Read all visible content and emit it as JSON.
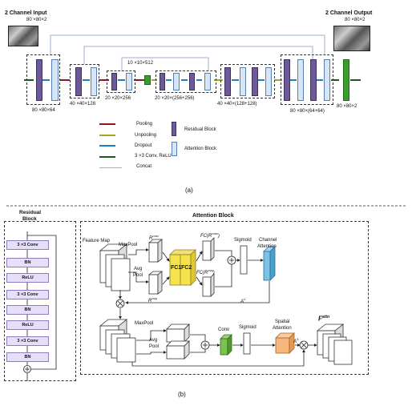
{
  "fig_a": {
    "input_title": "2 Channel Input",
    "input_dim": "80 ×80×2",
    "output_title": "2 Channel Output",
    "output_dim": "80 ×80×2",
    "bottleneck_dim": "10 ×10×512",
    "dims": [
      "80 ×80×64",
      "40 ×40×128",
      "20 ×20×256",
      "20 ×20×(256+256)",
      "40 ×40×(128+128)",
      "80 ×80×(64+64)",
      "80 ×80×2"
    ],
    "legend": {
      "pooling": "Pooling",
      "unpooling": "Unpooling",
      "dropout": "Dropout",
      "conv": "3 ×3 Conv, ReLU",
      "concat": "Concat",
      "residual": "Residual Block",
      "attention": "Attention Block"
    },
    "caption": "(a)",
    "colors": {
      "pooling": "#8b1a1a",
      "unpooling": "#a8a81c",
      "dropout": "#1f7fbf",
      "conv": "#1c5a1c",
      "concat": "#9ab0d0",
      "residual": "#6e5a9a",
      "attention": "#d6e6f7"
    }
  },
  "fig_b": {
    "residual_title": "Residual",
    "residual_title2": "Block",
    "residual_layers": [
      "3 ×3 Conv",
      "BN",
      "ReLU",
      "3 ×3 Conv",
      "BN",
      "ReLU",
      "3 ×3 Conv",
      "BN"
    ],
    "attention_title": "Attention Block",
    "feature_map": "Feature Map",
    "maxpool": "MaxPool",
    "avg": "Avg",
    "pool": "Pool",
    "fc1": "FC1",
    "fc2": "FC2",
    "rmax": "R",
    "rmax_sup": "max",
    "ravg": "R",
    "ravg_sup": "avg",
    "fc_rmax": "FC(R",
    "fc_rmax_sup": "max",
    "fc_ravg": "FC(R",
    "fc_ravg_sup": "avg",
    "sigmoid": "Sigmoid",
    "channel": "Channel",
    "attention": "Attention",
    "ac": "A",
    "ac_sup": "C",
    "maxpool2": "MaxPool",
    "avg2": "Avg",
    "pool2": "Pool",
    "conv": "Conv",
    "sigmoid2": "Sigmoid",
    "spatial": "Spatial",
    "attention2": "Attention",
    "as": "A",
    "as_sup": "S",
    "fattn": "F",
    "fattn_sup": "attn",
    "caption": "(b)"
  }
}
